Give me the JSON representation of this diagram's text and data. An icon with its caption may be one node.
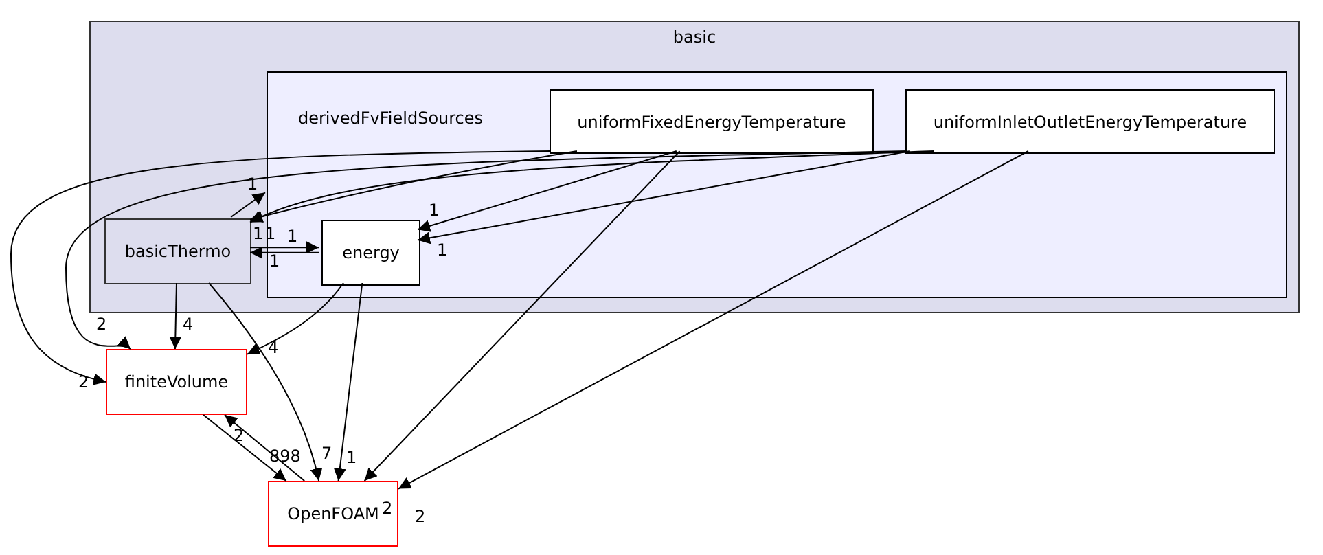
{
  "diagram": {
    "nodes": [
      {
        "text": [
          "basic"
        ]
      },
      {
        "text": [
          "derivedFvFieldSources"
        ],
        "in": 0
      },
      {
        "text": [
          "uniformFixedEnergyTemperature"
        ],
        "in": 1
      },
      {
        "text": [
          "uniformInletOutletEnergyTemperature"
        ],
        "in": 1
      },
      {
        "text": [
          "basicThermo"
        ],
        "in": 0
      },
      {
        "text": [
          "energy"
        ],
        "in": 1
      },
      {
        "text": [
          "finiteVolume"
        ]
      },
      {
        "text": [
          "OpenFOAM"
        ]
      }
    ],
    "edges": [
      {
        "from": 2,
        "to": 6,
        "arrow": "to",
        "label": "2"
      },
      {
        "from": 3,
        "to": 6,
        "arrow": "to",
        "label": "2"
      },
      {
        "from": 2,
        "to": 4,
        "arrow": "to",
        "label": "1"
      },
      {
        "from": 3,
        "to": 4,
        "arrow": "to",
        "label": "1"
      },
      {
        "from": 2,
        "to": 5,
        "arrow": "to",
        "label": "1"
      },
      {
        "from": 3,
        "to": 5,
        "arrow": "to",
        "label": "1"
      },
      {
        "from": 2,
        "to": 7,
        "arrow": "to",
        "label": "2"
      },
      {
        "from": 3,
        "to": 7,
        "arrow": "to",
        "label": "2"
      },
      {
        "from": 4,
        "to": 1,
        "arrow": "to",
        "label": "1"
      },
      {
        "from": 4,
        "to": 5,
        "arrow": "to",
        "label": "1"
      },
      {
        "from": 5,
        "to": 4,
        "arrow": "to",
        "label": "1"
      },
      {
        "from": 4,
        "to": 6,
        "arrow": "to",
        "label": "4"
      },
      {
        "from": 4,
        "to": 7,
        "arrow": "to",
        "label": "7"
      },
      {
        "from": 5,
        "to": 6,
        "arrow": "to",
        "label": "4"
      },
      {
        "from": 5,
        "to": 7,
        "arrow": "to",
        "label": "1"
      },
      {
        "from": 6,
        "to": 7,
        "arrow": "to",
        "label": "2"
      },
      {
        "from": 7,
        "to": 6,
        "arrow": "to",
        "label": "898"
      }
    ]
  }
}
